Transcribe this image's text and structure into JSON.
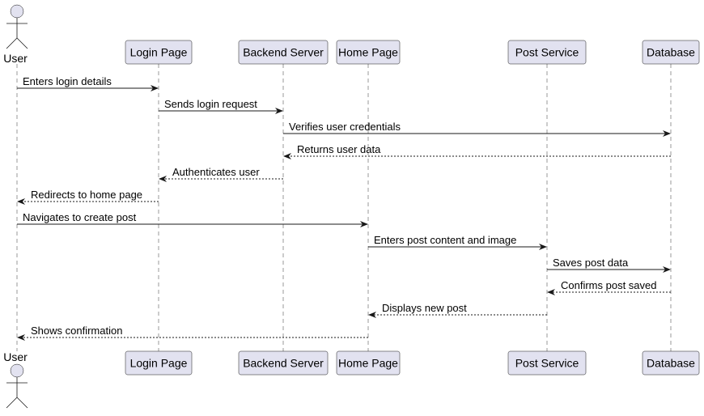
{
  "participants": [
    {
      "id": "user",
      "label": "User",
      "kind": "actor"
    },
    {
      "id": "login",
      "label": "Login Page",
      "kind": "box"
    },
    {
      "id": "backend",
      "label": "Backend Server",
      "kind": "box"
    },
    {
      "id": "home",
      "label": "Home Page",
      "kind": "box"
    },
    {
      "id": "post",
      "label": "Post Service",
      "kind": "box"
    },
    {
      "id": "db",
      "label": "Database",
      "kind": "box"
    }
  ],
  "messages": [
    {
      "from": "user",
      "to": "login",
      "text": "Enters login details",
      "style": "solid"
    },
    {
      "from": "login",
      "to": "backend",
      "text": "Sends login request",
      "style": "solid"
    },
    {
      "from": "backend",
      "to": "db",
      "text": "Verifies user credentials",
      "style": "solid"
    },
    {
      "from": "db",
      "to": "backend",
      "text": "Returns user data",
      "style": "dashed"
    },
    {
      "from": "backend",
      "to": "login",
      "text": "Authenticates user",
      "style": "dashed"
    },
    {
      "from": "login",
      "to": "user",
      "text": "Redirects to home page",
      "style": "dashed"
    },
    {
      "from": "user",
      "to": "home",
      "text": "Navigates to create post",
      "style": "solid"
    },
    {
      "from": "home",
      "to": "post",
      "text": "Enters post content and image",
      "style": "solid"
    },
    {
      "from": "post",
      "to": "db",
      "text": "Saves post data",
      "style": "solid"
    },
    {
      "from": "db",
      "to": "post",
      "text": "Confirms post saved",
      "style": "dashed"
    },
    {
      "from": "post",
      "to": "home",
      "text": "Displays new post",
      "style": "dashed"
    },
    {
      "from": "home",
      "to": "user",
      "text": "Shows confirmation",
      "style": "dashed"
    }
  ],
  "colors": {
    "participant_fill": "#E2E2F0",
    "stroke": "#181818",
    "lifeline": "#9a9a9a"
  }
}
